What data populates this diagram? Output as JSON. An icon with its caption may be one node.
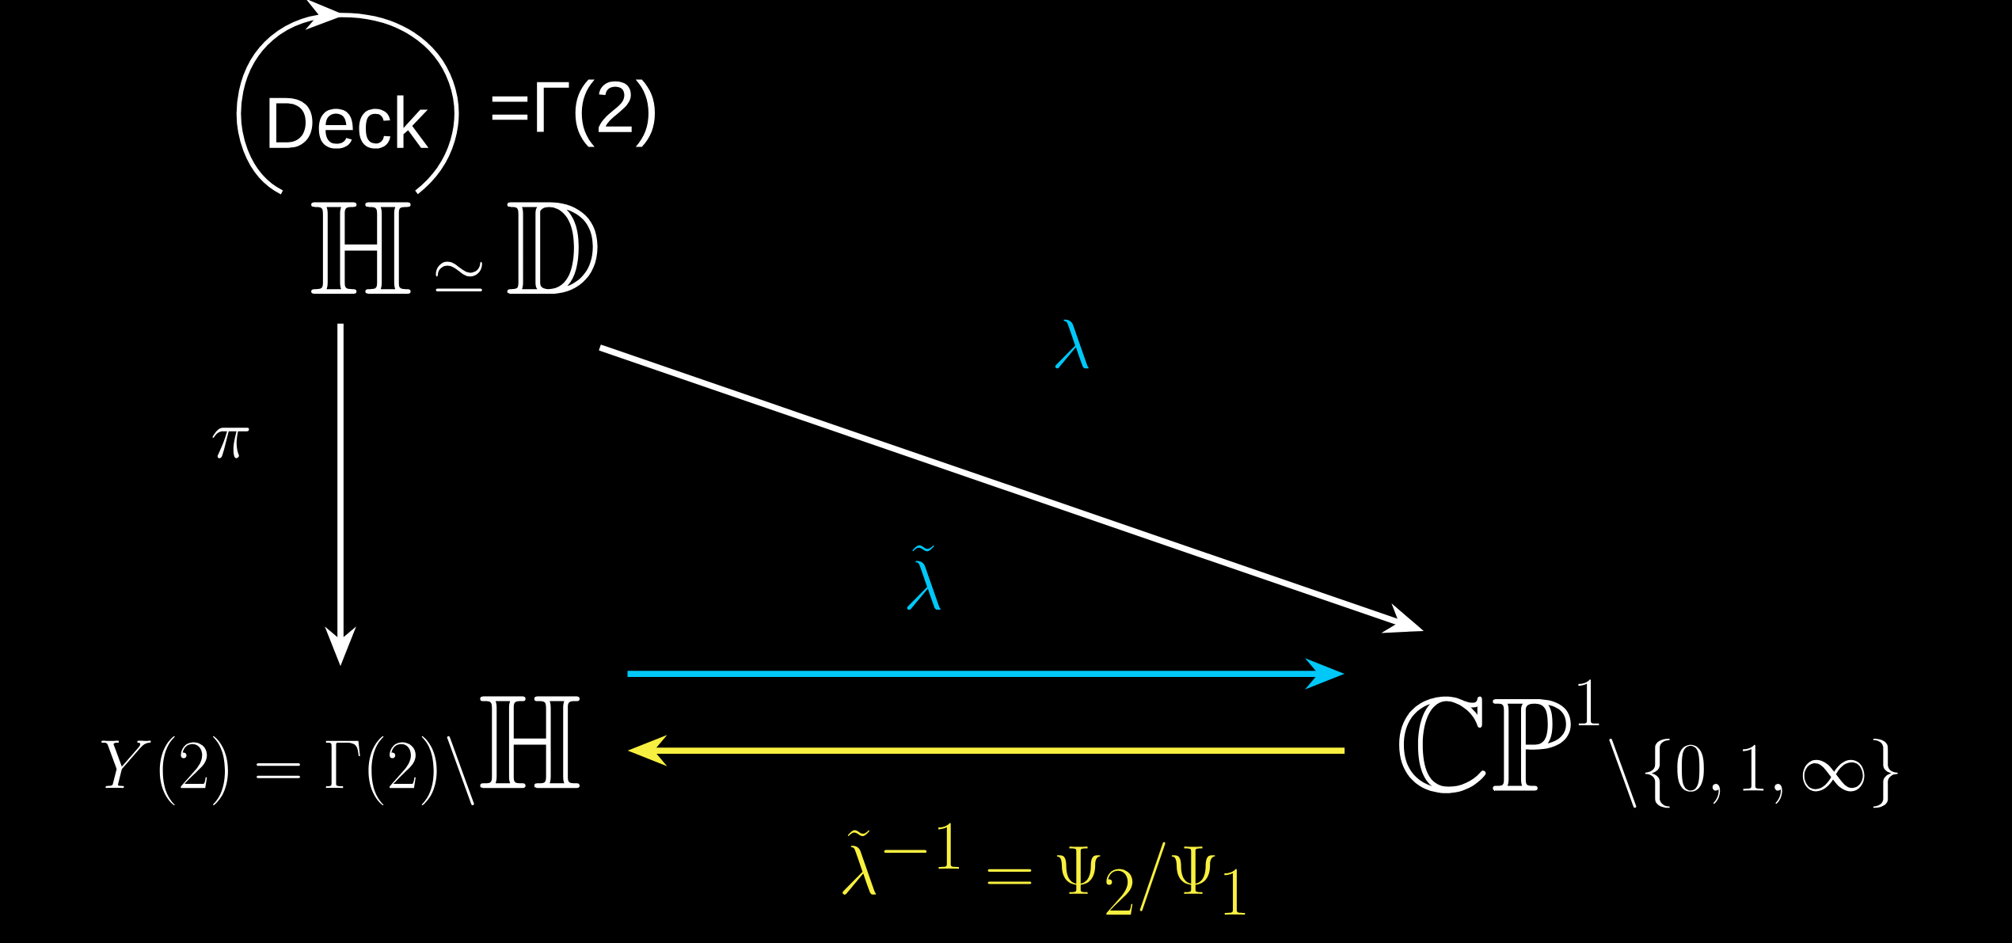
{
  "diagram": {
    "nodes": [
      {
        "text": [
          "\\mathbb{H} \\simeq \\mathbb{D}"
        ]
      },
      {
        "text": [
          "Y(2) = \\Gamma(2)\\backslash\\mathbb{H}"
        ]
      },
      {
        "text": [
          "\\mathbb{CP}^1\\backslash\\{0,1,\\infty\\}"
        ]
      }
    ],
    "edges": [
      {
        "from": 0,
        "to": 1,
        "arrow": "to",
        "label": "\\pi"
      },
      {
        "from": 0,
        "to": 2,
        "arrow": "to",
        "label": "\\lambda"
      },
      {
        "from": 1,
        "to": 2,
        "arrow": "to",
        "label": "\\tilde{\\lambda}",
        "color": "#00c8f8"
      },
      {
        "from": 2,
        "to": 1,
        "arrow": "to",
        "label": "\\tilde{\\lambda}^{-1} = \\Psi_2/\\Psi_1",
        "color": "#f8f040"
      }
    ],
    "labels": [
      "Deck",
      "=Γ(2)"
    ]
  }
}
